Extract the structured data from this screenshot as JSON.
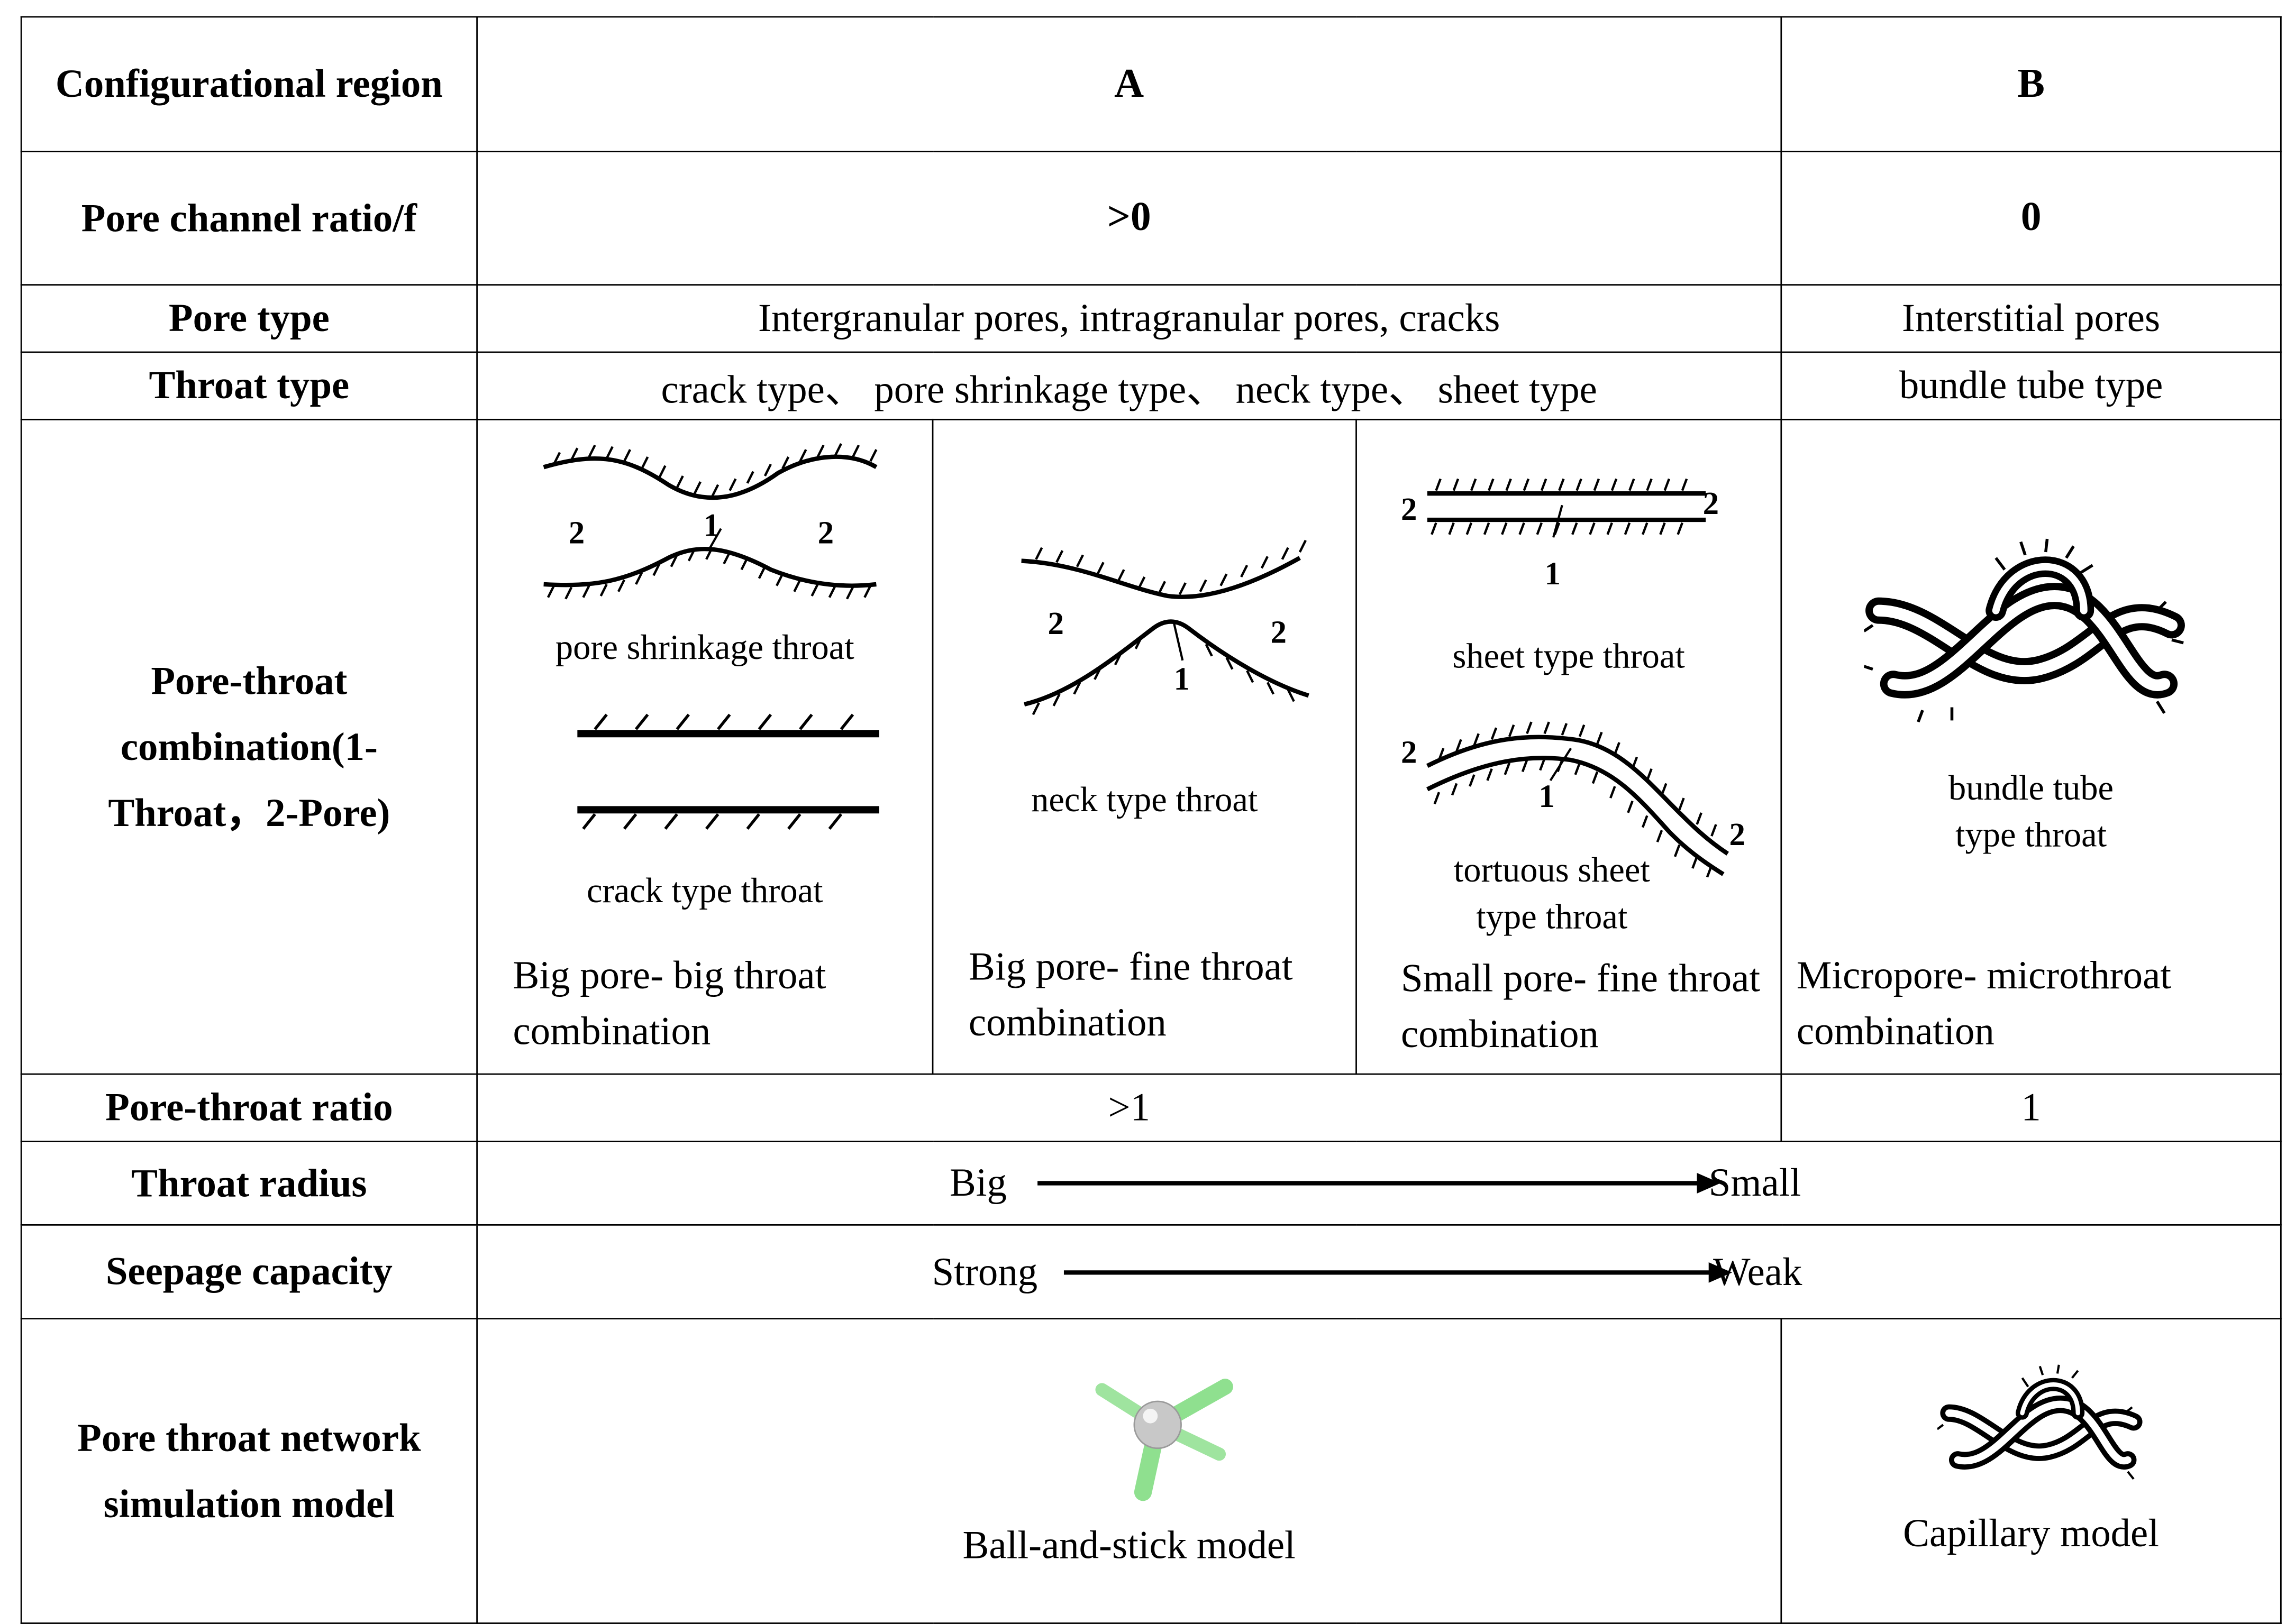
{
  "rows": {
    "region": {
      "label": "Configurational region",
      "a": "A",
      "b": "B"
    },
    "channel_ratio": {
      "label": "Pore channel ratio/f",
      "a": ">0",
      "b": "0"
    },
    "pore_type": {
      "label": "Pore type",
      "a": "Intergranular pores, intragranular pores, cracks",
      "b": "Interstitial pores"
    },
    "throat_type": {
      "label": "Throat type",
      "a": "crack type、 pore shrinkage type、 neck type、 sheet type",
      "b": "bundle tube type"
    },
    "combination": {
      "label": "Pore-throat combination(1-Throat，2-Pore)",
      "cells": [
        {
          "captions": [
            "pore shrinkage throat",
            "crack type throat"
          ],
          "combo": "Big pore- big throat combination"
        },
        {
          "captions": [
            "neck type throat"
          ],
          "combo": "Big pore- fine throat combination"
        },
        {
          "captions": [
            "sheet type throat",
            "tortuous sheet type throat"
          ],
          "combo": "Small pore- fine throat combination"
        },
        {
          "captions": [
            "bundle tube type throat"
          ],
          "combo": "Micropore- microthroat combination"
        }
      ],
      "marks": {
        "throat": "1",
        "pore": "2"
      }
    },
    "pore_throat_ratio": {
      "label": "Pore-throat ratio",
      "a": ">1",
      "b": "1"
    },
    "throat_radius": {
      "label": "Throat radius",
      "from": "Big",
      "to": "Small"
    },
    "seepage": {
      "label": "Seepage capacity",
      "from": "Strong",
      "to": "Weak"
    },
    "network_model": {
      "label": "Pore throat network simulation model",
      "a": "Ball-and-stick model",
      "b": "Capillary model"
    }
  },
  "colors": {
    "line": "#000000",
    "model_green": "#8fe08f",
    "model_ball": "#c8c8c8"
  }
}
